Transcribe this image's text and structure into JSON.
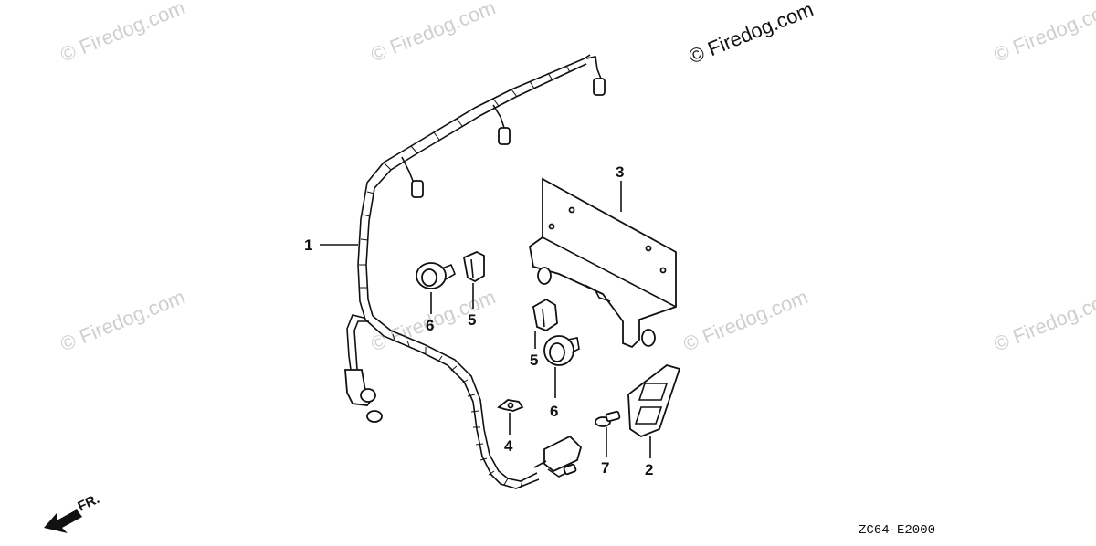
{
  "watermark_text": "© Firedog.com",
  "diagram_code": "ZC64-E2000",
  "front_marker": "FR.",
  "callouts": [
    {
      "id": "1",
      "label": "1"
    },
    {
      "id": "2",
      "label": "2"
    },
    {
      "id": "3",
      "label": "3"
    },
    {
      "id": "4",
      "label": "4"
    },
    {
      "id": "5a",
      "label": "5"
    },
    {
      "id": "5b",
      "label": "5"
    },
    {
      "id": "6a",
      "label": "6"
    },
    {
      "id": "6b",
      "label": "6"
    },
    {
      "id": "7",
      "label": "7"
    }
  ]
}
